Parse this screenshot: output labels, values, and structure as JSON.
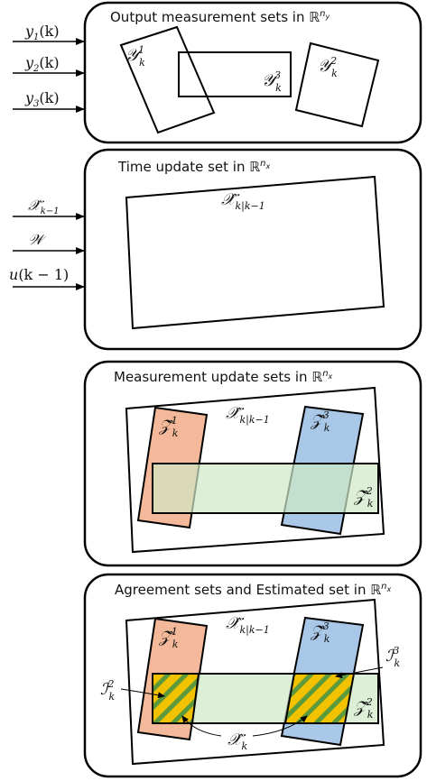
{
  "panels": [
    {
      "title": "Output measurement sets in ℝ",
      "title_sup": "n",
      "title_sup_sub": "y",
      "sets": [
        {
          "name": "𝒴",
          "sup": "1",
          "sub": "k"
        },
        {
          "name": "𝒴",
          "sup": "3",
          "sub": "k"
        },
        {
          "name": "𝒴",
          "sup": "2",
          "sub": "k"
        }
      ]
    },
    {
      "title": "Time update set in ℝ",
      "title_sup": "n",
      "title_sup_sub": "x",
      "set_label": {
        "name": "𝒳̂",
        "sub": "k|k−1"
      }
    },
    {
      "title": "Measurement update sets in ℝ",
      "title_sup": "n",
      "title_sup_sub": "x",
      "set_label": {
        "name": "𝒳̂",
        "sub": "k|k−1"
      },
      "sets": [
        {
          "name": "𝒵̂",
          "sup": "1",
          "sub": "k"
        },
        {
          "name": "𝒵̂",
          "sup": "3",
          "sub": "k"
        },
        {
          "name": "𝒵̂",
          "sup": "2",
          "sub": "k"
        }
      ]
    },
    {
      "title": "Agreement sets and Estimated set in ℝ",
      "title_sup": "n",
      "title_sup_sub": "x",
      "set_label": {
        "name": "𝒳̂",
        "sub": "k|k−1"
      },
      "sets": [
        {
          "name": "𝒵̂",
          "sup": "1",
          "sub": "k"
        },
        {
          "name": "𝒵̂",
          "sup": "3",
          "sub": "k"
        },
        {
          "name": "𝒵̂",
          "sup": "2",
          "sub": "k"
        }
      ],
      "agreement": [
        {
          "name": "ℐ",
          "sup": "2",
          "sub": "k"
        },
        {
          "name": "ℐ",
          "sup": "3",
          "sub": "k"
        }
      ],
      "estimate": {
        "name": "𝒳̂",
        "sub": "k"
      }
    }
  ],
  "inputs_top": [
    {
      "name": "y",
      "sub": "1",
      "arg": "(k)"
    },
    {
      "name": "y",
      "sub": "2",
      "arg": "(k)"
    },
    {
      "name": "y",
      "sub": "3",
      "arg": "(k)"
    }
  ],
  "inputs_mid": [
    {
      "name": "𝒳̂",
      "sub": "k−1",
      "arg": ""
    },
    {
      "name": "𝒲",
      "sub": "",
      "arg": ""
    },
    {
      "name": "u",
      "sub": "",
      "arg": "(k − 1)"
    }
  ],
  "colors": {
    "orange": "#f4b89a",
    "blue": "#a9c8e8",
    "green": "#cfe8c4",
    "hatch_yellow": "#f2c200",
    "hatch_green": "#5c9a3c"
  }
}
